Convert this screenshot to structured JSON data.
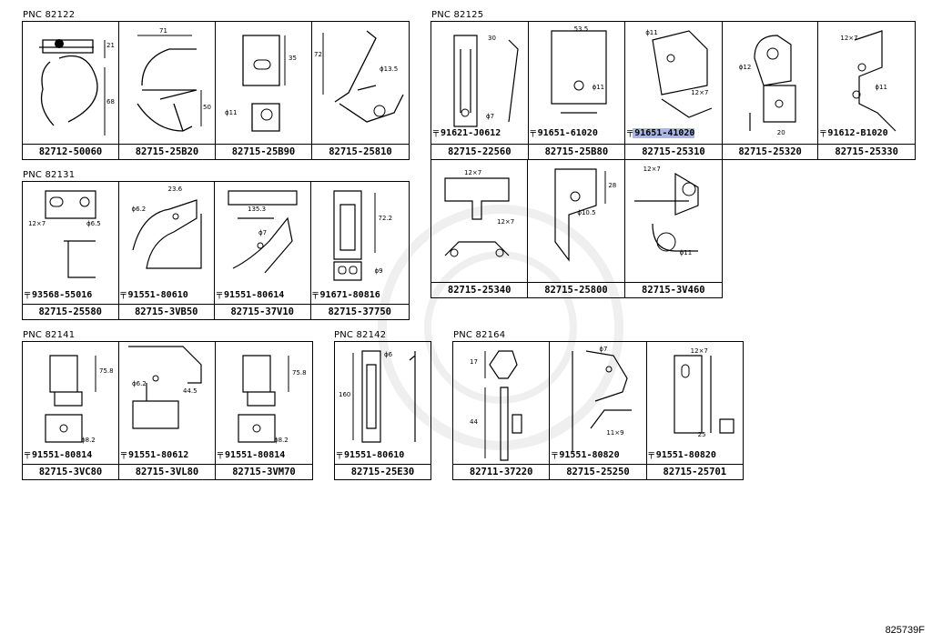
{
  "groups": {
    "g82122": {
      "pnc": "PNC 82122",
      "parts": [
        "82712-50060",
        "82715-25B20",
        "82715-25B90",
        "82715-25810"
      ],
      "dims": {
        "c1a": "21",
        "c1b": "68",
        "c2a": "71",
        "c2b": "50",
        "c3a": "35",
        "c3b": "ϕ11",
        "c4a": "72",
        "c4b": "ϕ13.5"
      }
    },
    "g82125": {
      "pnc": "PNC 82125",
      "row1": [
        "82715-22560",
        "82715-25B80",
        "82715-25310",
        "82715-25320",
        "82715-25330"
      ],
      "row1_bolts": [
        "91621-J0612",
        "91651-61020",
        "91651-41020",
        "",
        "91612-B1020"
      ],
      "row2": [
        "82715-25340",
        "82715-25800",
        "82715-3V460"
      ],
      "dims": {
        "a": "30",
        "b": "ϕ7",
        "c": "53.5",
        "d": "ϕ11",
        "e": "ϕ11",
        "f": "12×7",
        "g": "ϕ12",
        "h": "20",
        "i": "12×7",
        "j": "ϕ11",
        "k": "12×7",
        "l": "12×7",
        "m": "28",
        "n": "ϕ10.5",
        "o": "12×7",
        "p": "ϕ11"
      }
    },
    "g82131": {
      "pnc": "PNC 82131",
      "parts": [
        "82715-25580",
        "82715-3VB50",
        "82715-37V10",
        "82715-37750"
      ],
      "bolts": [
        "93568-55016",
        "91551-80610",
        "91551-80614",
        "91671-80816"
      ],
      "dims": {
        "a": "12×7",
        "b": "ϕ6.5",
        "c": "23.6",
        "d": "ϕ6.2",
        "e": "135.3",
        "f": "ϕ7",
        "g": "72.2",
        "h": "ϕ9"
      }
    },
    "g82141": {
      "pnc": "PNC 82141",
      "parts": [
        "82715-3VC80",
        "82715-3VL80",
        "82715-3VM70"
      ],
      "bolts": [
        "91551-80814",
        "91551-80612",
        "91551-80814"
      ],
      "dims": {
        "a": "75.8",
        "b": "ϕ8.2",
        "c": "ϕ6.2",
        "d": "44.5",
        "e": "75.8",
        "f": "ϕ8.2"
      }
    },
    "g82142": {
      "pnc": "PNC 82142",
      "parts": [
        "82715-25E30"
      ],
      "bolts": [
        "91551-80610"
      ],
      "dims": {
        "a": "ϕ6",
        "b": "160"
      }
    },
    "g82164": {
      "pnc": "PNC 82164",
      "parts": [
        "82711-37220",
        "82715-25250",
        "82715-25701"
      ],
      "bolts": [
        "",
        "91551-80820",
        "91551-80820"
      ],
      "dims": {
        "a": "17",
        "b": "44",
        "c": "ϕ7",
        "d": "11×9",
        "e": "12×7",
        "f": "25"
      }
    }
  },
  "document_id": "825739F"
}
